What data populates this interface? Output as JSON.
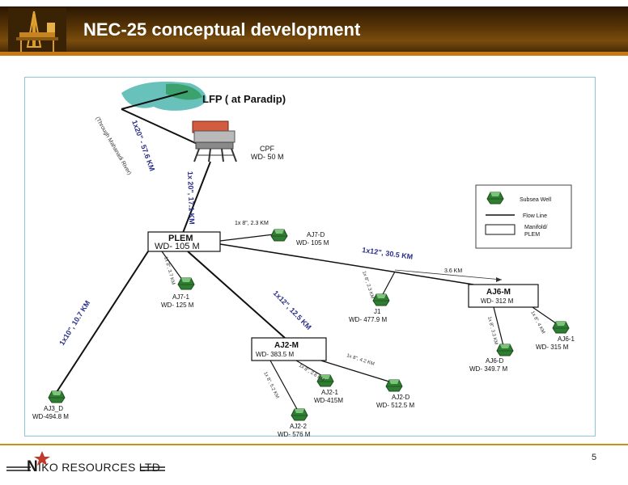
{
  "slide": {
    "title": "NEC-25 conceptual development",
    "page_number": "5",
    "company_logo_text": "NIKO RESOURCES LTD",
    "logo_initial": "N",
    "logo_rest": "IKO RESOURCES LTD"
  },
  "diagram": {
    "onshore_label": "LFP ( at Paradip)",
    "pipeline_to_shore": {
      "size": "1x20\" - 57.6 KM",
      "route": "(Through Mahanadi River)"
    },
    "pipeline_cpf_plem": "1x 20\", 17.1 KM",
    "cpf": {
      "name": "CPF",
      "depth": "WD- 50 M"
    },
    "plem": {
      "name": "PLEM",
      "depth": "WD- 105 M"
    },
    "aj2m": {
      "name": "AJ2-M",
      "depth": "WD- 383.5 M"
    },
    "aj6m": {
      "name": "AJ6-M",
      "depth": "WD- 312 M"
    },
    "wells": {
      "aj7d": {
        "name": "AJ7-D",
        "depth": "WD- 105 M"
      },
      "aj71": {
        "name": "AJ7-1",
        "depth": "WD- 125 M"
      },
      "j1": {
        "name": "J1",
        "depth": "WD- 477.9 M"
      },
      "aj3d": {
        "name": "AJ3_D",
        "depth": "WD-494.8 M"
      },
      "aj21": {
        "name": "AJ2-1",
        "depth": "WD-415M"
      },
      "aj2d": {
        "name": "AJ2-D",
        "depth": "WD- 512.5 M"
      },
      "aj22": {
        "name": "AJ2-2",
        "depth": "WD- 576 M"
      },
      "aj6d": {
        "name": "AJ6-D",
        "depth": "WD- 349.7 M"
      },
      "aj61": {
        "name": "AJ6-1",
        "depth": "WD- 315 M"
      }
    },
    "flowlines": {
      "plem_aj7d": "1x 8\", 2.3 KM",
      "plem_aj71": "1x 8\", 3.7 KM",
      "plem_aj6m": "1x12\", 30.5 KM",
      "aj6m_j1": "3.6 KM",
      "j1_branch": "1x 8\", 2.3 KM",
      "plem_aj2m": "1x12\", 12.5 KM",
      "plem_aj3d": "1x10\", 10.7 KM",
      "aj2m_aj2d": "1x 8\", 4.2 KM",
      "aj2m_aj21": "1x 8\", 2.6 KM",
      "aj2m_aj22": "1x 8\", 5.2 KM",
      "aj6m_aj6d": "1x 8\", 3.3 KM",
      "aj6m_aj61": "1x 8\", 4 KM"
    },
    "legend": {
      "subsea_well": "Subsea Well",
      "flow_line": "Flow Line",
      "manifold_line1": "Manifold/",
      "manifold_line2": "PLEM"
    }
  }
}
